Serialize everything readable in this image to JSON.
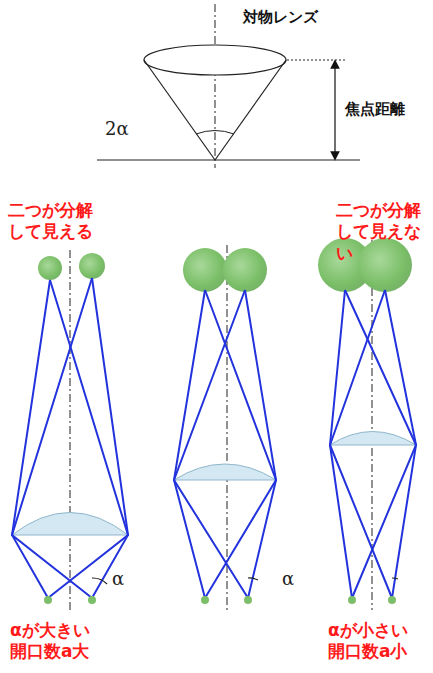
{
  "diagram": {
    "labels": [
      "対物レンズ",
      "焦点距離",
      "2α",
      "二つが分解 して見える",
      "二つが分解 して見えない",
      "α",
      "α",
      "αが大きい 開口数a大",
      "αが小さい 開口数a小"
    ]
  }
}
